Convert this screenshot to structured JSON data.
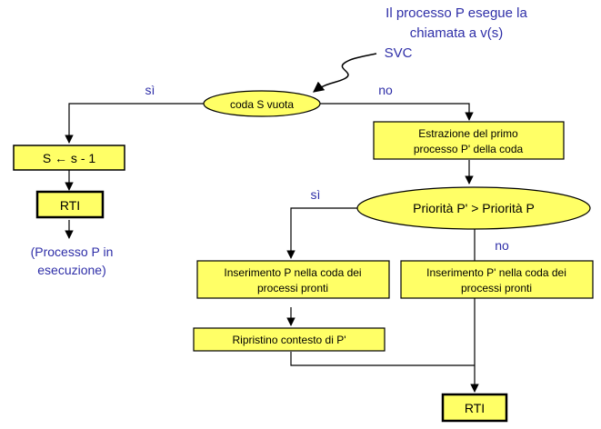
{
  "colors": {
    "fill": "#ffff66",
    "stroke": "#000000",
    "label_blue": "#2f2fa8",
    "text": "#000000"
  },
  "header": {
    "line1": "Il processo P esegue la",
    "line2": "chiamata a v(s)",
    "svc": "SVC"
  },
  "nodes": {
    "decision_queue": "coda S vuota",
    "decrement": "S ← s - 1",
    "rti_left": "RTI",
    "result_left_line1": "(Processo P in",
    "result_left_line2": "esecuzione)",
    "extract_line1": "Estrazione del primo",
    "extract_line2": "processo P' della coda",
    "decision_priority": "Priorità P' > Priorità P",
    "insert_p_line1": "Inserimento P nella coda dei",
    "insert_p_line2": "processi pronti",
    "insert_pprime_line1": "Inserimento P' nella coda dei",
    "insert_pprime_line2": "processi pronti",
    "restore": "Ripristino contesto di P'",
    "rti_right": "RTI"
  },
  "edge_labels": {
    "si_1": "sì",
    "no_1": "no",
    "si_2": "sì",
    "no_2": "no"
  }
}
